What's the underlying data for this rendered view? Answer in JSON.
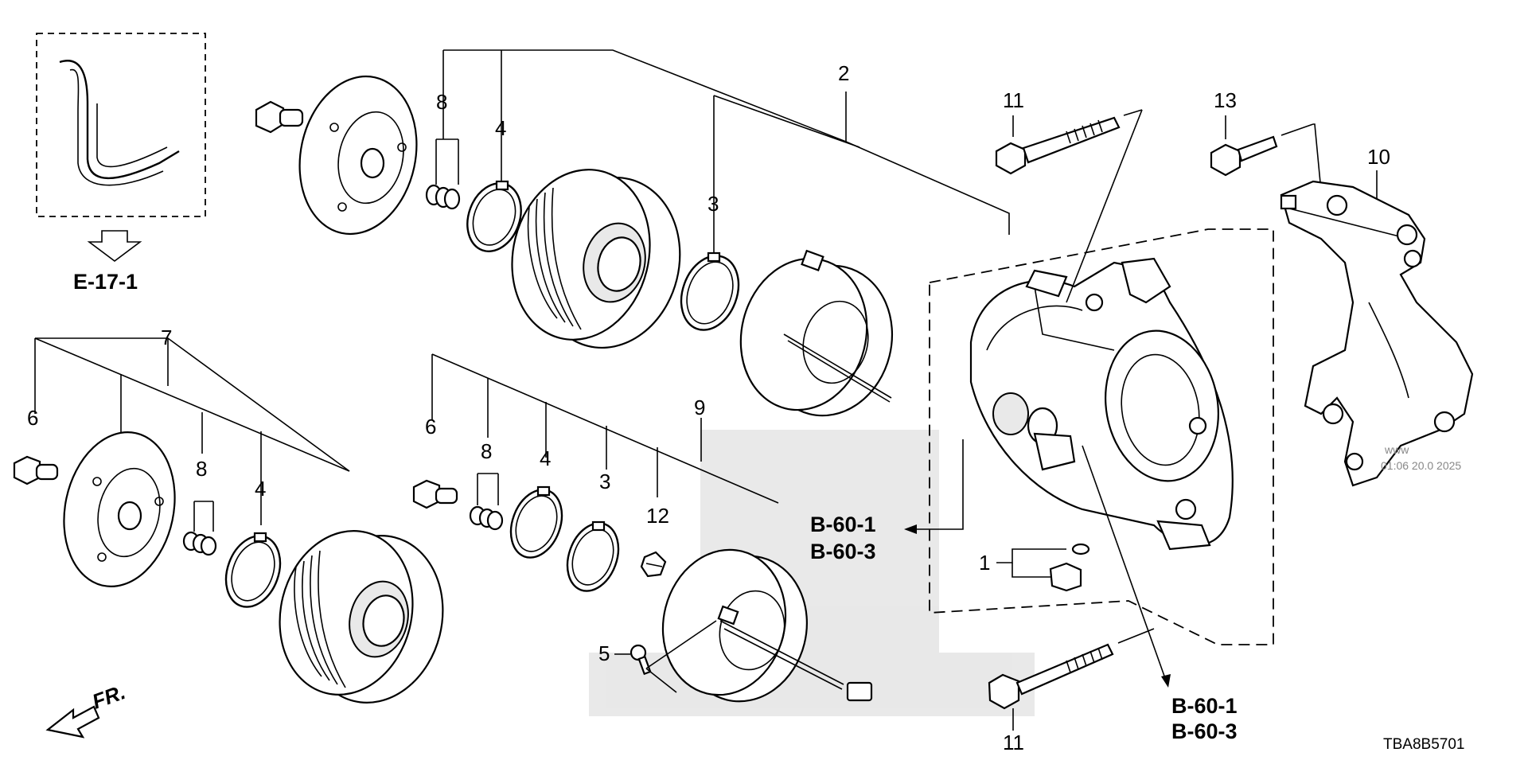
{
  "callouts": {
    "c1": "1",
    "c2": "2",
    "c3a": "3",
    "c3b": "3",
    "c4a": "4",
    "c4b": "4",
    "c4c": "4",
    "c5": "5",
    "c6a": "6",
    "c6b": "6",
    "c7": "7",
    "c8a": "8",
    "c8b": "8",
    "c8c": "8",
    "c9": "9",
    "c10": "10",
    "c11a": "11",
    "c11b": "11",
    "c12": "12",
    "c13": "13"
  },
  "references": {
    "e17": "E-17-1",
    "b601_mid": "B-60-1",
    "b603_mid": "B-60-3",
    "b601_bot": "B-60-1",
    "b603_bot": "B-60-3"
  },
  "direction_label": "FR.",
  "diagram_code": "TBA8B5701",
  "watermark": {
    "line1": "www",
    "line2": "01:06 20.0 2025"
  }
}
